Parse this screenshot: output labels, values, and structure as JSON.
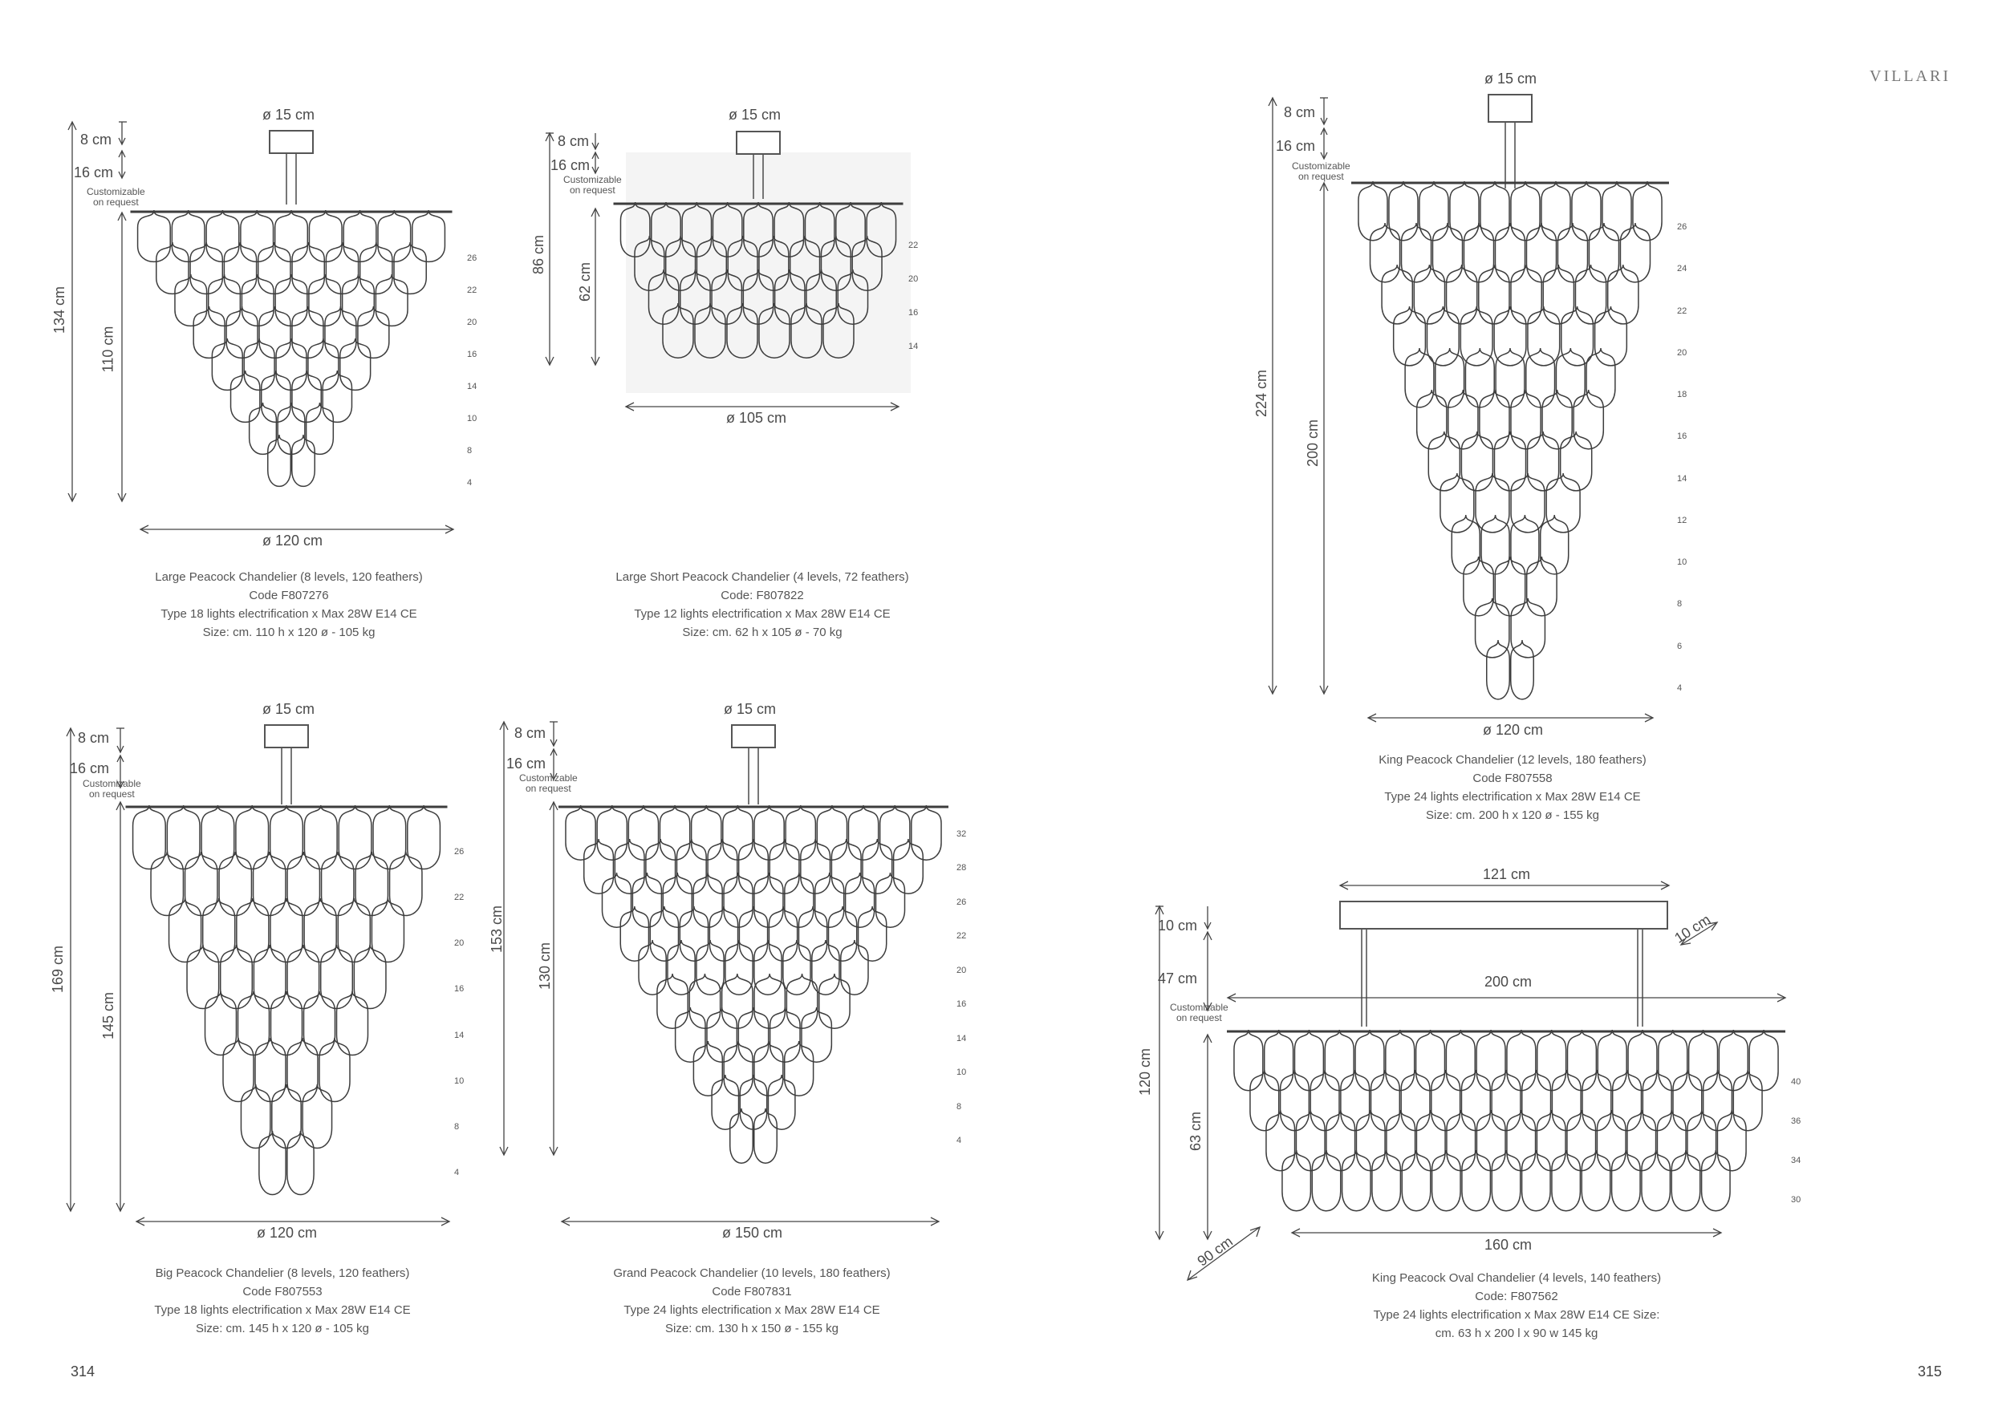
{
  "brand": "VILLARI",
  "page_left": "314",
  "page_right": "315",
  "customizable": "Customizable",
  "on_request": "on request",
  "products": [
    {
      "id": "large",
      "dia_top": "ø 15 cm",
      "d_8": "8 cm",
      "d_16": "16 cm",
      "h_total": "134 cm",
      "h_body": "110 cm",
      "width": "ø 120 cm",
      "levels": [
        "26",
        "22",
        "20",
        "16",
        "14",
        "10",
        "8",
        "4"
      ],
      "caption": [
        "Large Peacock Chandelier (8 levels, 120 feathers)",
        "Code F807276",
        "Type 18 lights electrification x Max 28W E14 CE",
        "Size: cm. 110 h x 120 ø - 105 kg"
      ]
    },
    {
      "id": "large-short",
      "dia_top": "ø 15 cm",
      "d_8": "8 cm",
      "d_16": "16 cm",
      "h_total": "86 cm",
      "h_body": "62 cm",
      "width": "ø 105 cm",
      "levels": [
        "22",
        "20",
        "16",
        "14"
      ],
      "caption": [
        "Large Short Peacock Chandelier (4 levels, 72 feathers)",
        "Code: F807822",
        "Type 12 lights electrification x Max 28W E14 CE",
        "Size: cm. 62 h x 105 ø - 70 kg"
      ]
    },
    {
      "id": "king",
      "dia_top": "ø 15 cm",
      "d_8": "8 cm",
      "d_16": "16 cm",
      "h_total": "224 cm",
      "h_body": "200 cm",
      "width": "ø 120 cm",
      "levels": [
        "26",
        "24",
        "22",
        "20",
        "18",
        "16",
        "14",
        "12",
        "10",
        "8",
        "6",
        "4"
      ],
      "caption": [
        "King Peacock Chandelier (12 levels, 180 feathers)",
        "Code F807558",
        "Type 24 lights electrification x Max 28W E14 CE",
        "Size: cm. 200 h x 120 ø - 155 kg"
      ]
    },
    {
      "id": "big",
      "dia_top": "ø 15 cm",
      "d_8": "8 cm",
      "d_16": "16 cm",
      "h_total": "169 cm",
      "h_body": "145 cm",
      "width": "ø 120 cm",
      "levels": [
        "26",
        "22",
        "20",
        "16",
        "14",
        "10",
        "8",
        "4"
      ],
      "caption": [
        "Big Peacock Chandelier (8 levels, 120 feathers)",
        "Code F807553",
        "Type 18 lights electrification x Max 28W E14 CE",
        "Size: cm. 145 h x 120 ø - 105 kg"
      ]
    },
    {
      "id": "grand",
      "dia_top": "ø 15 cm",
      "d_8": "8 cm",
      "d_16": "16 cm",
      "h_total": "153 cm",
      "h_body": "130 cm",
      "width": "ø 150 cm",
      "levels": [
        "32",
        "28",
        "26",
        "22",
        "20",
        "16",
        "14",
        "10",
        "8",
        "4"
      ],
      "caption": [
        "Grand Peacock Chandelier (10 levels, 180 feathers)",
        "Code F807831",
        "Type 24 lights electrification x Max 28W E14 CE",
        "Size: cm. 130 h x 150 ø - 155 kg"
      ]
    },
    {
      "id": "king-oval",
      "top_len": "121 cm",
      "top_w": "10 cm",
      "d_10": "10 cm",
      "d_47": "47 cm",
      "h_total": "120 cm",
      "h_body": "63 cm",
      "frame_len": "200 cm",
      "body_len": "160 cm",
      "depth": "90 cm",
      "levels": [
        "40",
        "36",
        "34",
        "30"
      ],
      "caption": [
        "King Peacock Oval Chandelier (4 levels, 140 feathers)",
        "Code: F807562",
        "Type 24 lights electrification x Max 28W E14 CE Size:",
        "cm. 63 h x 200 l x 90 w  145 kg"
      ]
    }
  ]
}
